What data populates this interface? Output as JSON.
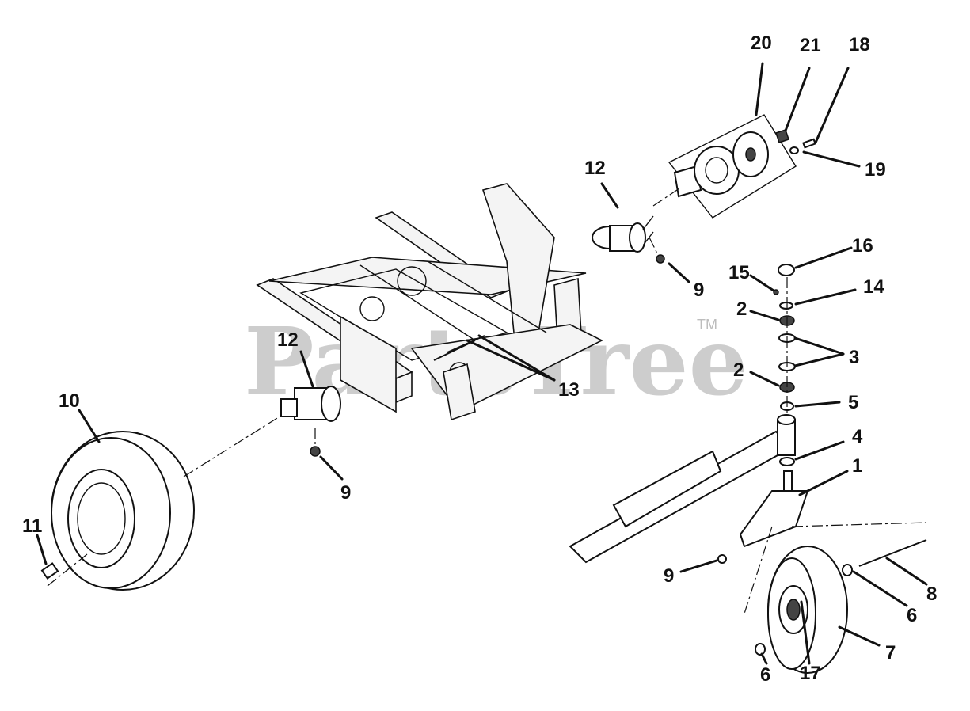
{
  "watermark": {
    "brand": "PartsTree",
    "trademark": "TM"
  },
  "callouts": {
    "c20": "20",
    "c21": "21",
    "c18": "18",
    "c19": "19",
    "c12_top": "12",
    "c12_left": "12",
    "c16": "16",
    "c15": "15",
    "c14": "14",
    "c9_top": "9",
    "c9_mid": "9",
    "c9_bottom": "9",
    "c2_top": "2",
    "c2_bottom": "2",
    "c3": "3",
    "c5": "5",
    "c4": "4",
    "c1": "1",
    "c10": "10",
    "c11": "11",
    "c13": "13",
    "c8": "8",
    "c6_right": "6",
    "c6_bottom": "6",
    "c7": "7",
    "c17": "17"
  }
}
